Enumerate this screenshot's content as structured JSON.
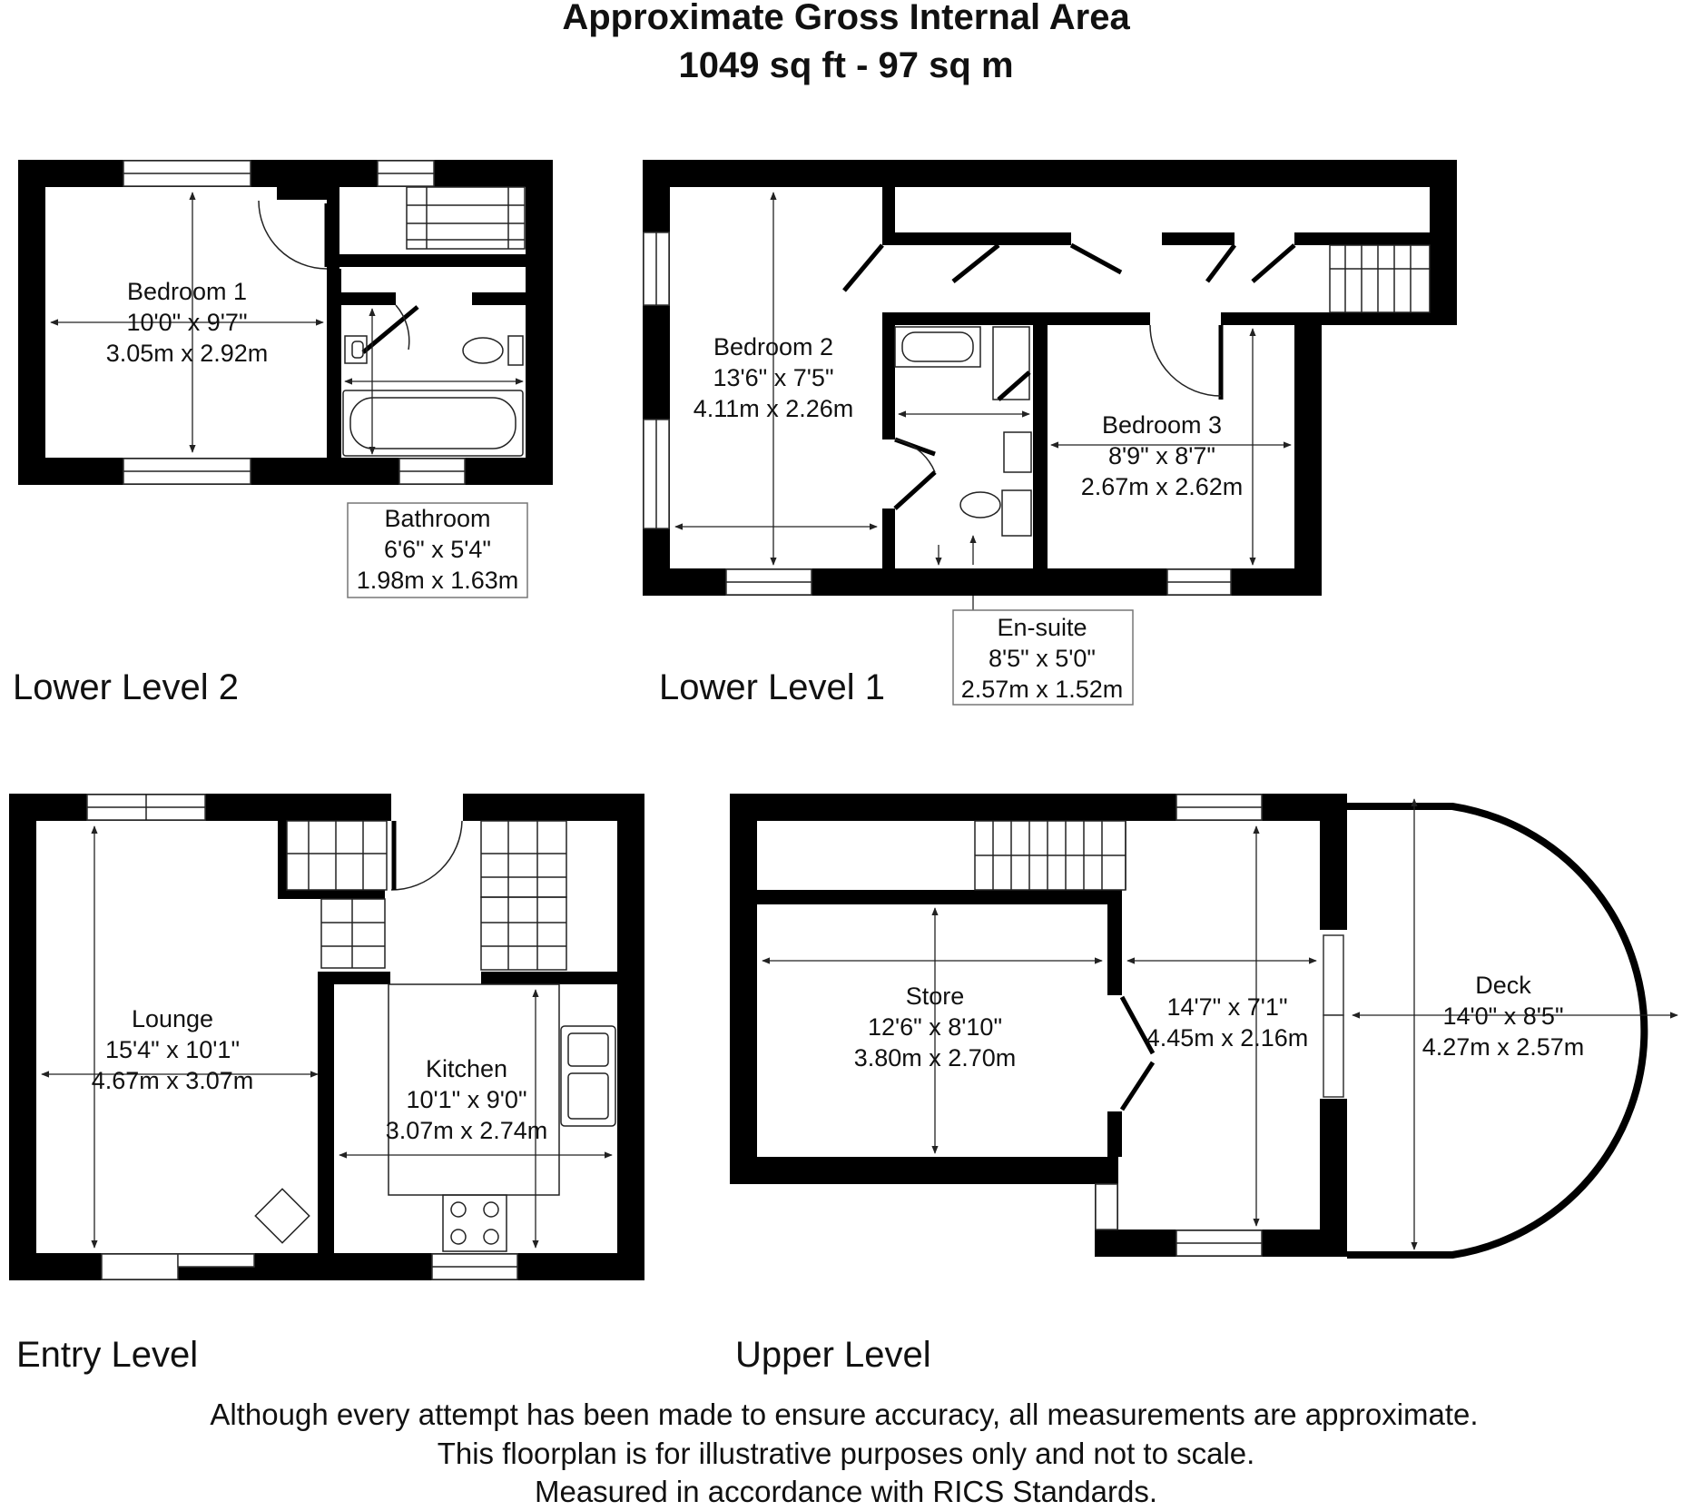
{
  "header": {
    "title_line1": "Approximate Gross Internal Area",
    "title_line2": "1049 sq ft - 97 sq m"
  },
  "levels": {
    "lower_level_2": "Lower Level 2",
    "lower_level_1": "Lower Level 1",
    "entry_level": "Entry Level",
    "upper_level": "Upper Level"
  },
  "rooms": {
    "bedroom1": {
      "name": "Bedroom 1",
      "imperial": "10'0\" x 9'7\"",
      "metric": "3.05m x 2.92m"
    },
    "bathroom": {
      "name": "Bathroom",
      "imperial": "6'6\" x 5'4\"",
      "metric": "1.98m x 1.63m"
    },
    "bedroom2": {
      "name": "Bedroom 2",
      "imperial": "13'6\" x 7'5\"",
      "metric": "4.11m x 2.26m"
    },
    "bedroom3": {
      "name": "Bedroom 3",
      "imperial": "8'9\" x 8'7\"",
      "metric": "2.67m x 2.62m"
    },
    "ensuite": {
      "name": "En-suite",
      "imperial": "8'5\" x 5'0\"",
      "metric": "2.57m x 1.52m"
    },
    "lounge": {
      "name": "Lounge",
      "imperial": "15'4\" x 10'1\"",
      "metric": "4.67m x 3.07m"
    },
    "kitchen": {
      "name": "Kitchen",
      "imperial": "10'1\" x 9'0\"",
      "metric": "3.07m x 2.74m"
    },
    "store": {
      "name": "Store",
      "imperial": "12'6\" x 8'10\"",
      "metric": "3.80m x 2.70m"
    },
    "upper_room": {
      "imperial": "14'7\" x 7'1\"",
      "metric": "4.45m x 2.16m"
    },
    "deck": {
      "name": "Deck",
      "imperial": "14'0\" x 8'5\"",
      "metric": "4.27m x 2.57m"
    }
  },
  "disclaimer": {
    "line1": "Although every attempt has been made to ensure accuracy, all measurements are approximate.",
    "line2": "This floorplan is for illustrative purposes only and not to scale.",
    "line3": "Measured in accordance with RICS Standards."
  }
}
